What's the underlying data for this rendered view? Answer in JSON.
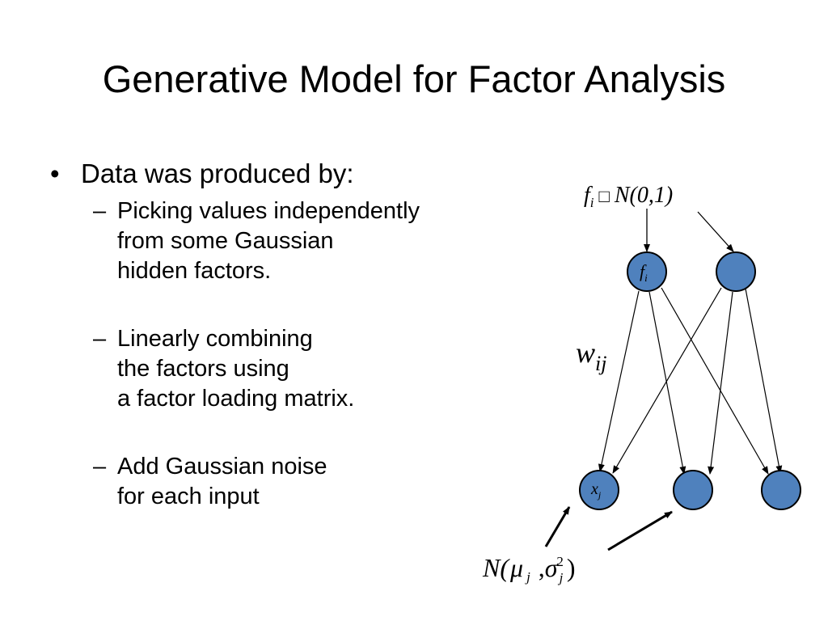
{
  "slide": {
    "title": "Generative Model for Factor Analysis",
    "bullet": {
      "marker": "•",
      "text": "Data was produced by:",
      "subpoints": [
        {
          "marker": "–",
          "lines": [
            "Picking values independently",
            "from some  Gaussian",
            "hidden factors."
          ]
        },
        {
          "marker": "–",
          "lines": [
            "Linearly combining",
            "the factors using",
            "a factor loading matrix."
          ]
        },
        {
          "marker": "–",
          "lines": [
            "Add Gaussian noise",
            "for each input"
          ]
        }
      ]
    }
  },
  "diagram": {
    "prior": {
      "var": "f",
      "sub": "i",
      "glyph": "□",
      "dist": "N(0,1)"
    },
    "factor_label": {
      "var": "f",
      "sub": "i"
    },
    "weight_label": {
      "var": "w",
      "sub": "ij"
    },
    "input_label": {
      "var": "x",
      "sub": "j"
    },
    "noise": {
      "open": "N(",
      "mu": "μ",
      "mu_sub": "j",
      "sep": ",",
      "sigma": "σ",
      "sigma_sub": "j",
      "sigma_sup": "2",
      "close": ")"
    },
    "node_color": "#4f81bd"
  }
}
